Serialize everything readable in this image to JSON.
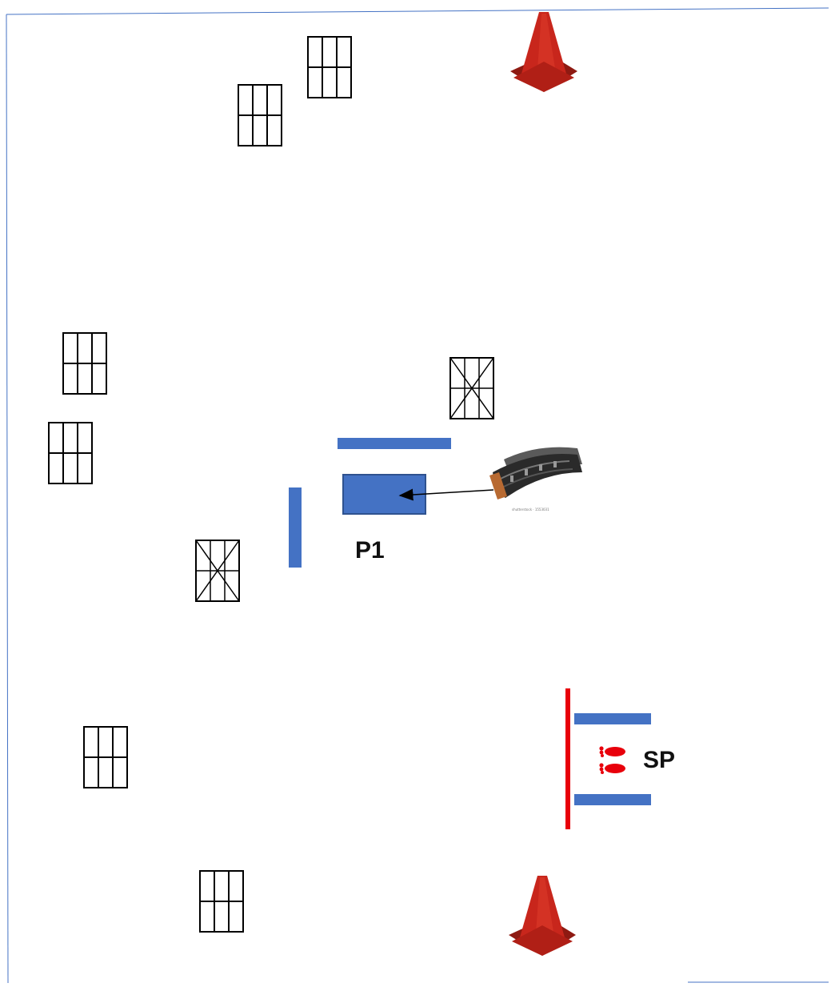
{
  "labels": {
    "position_1": "P1",
    "start_position": "SP",
    "magazine_caption": "shutterstock · 1553031"
  },
  "colors": {
    "barrier": "#4472c4",
    "fault_line": "#e8000b",
    "cone": "#c8261c",
    "target_outline": "#000000",
    "frame_border": "#4472c4"
  },
  "icons": {
    "target": "paper-target-icon",
    "no_shoot": "no-shoot-target-icon",
    "cone": "traffic-cone-icon",
    "magazine": "rifle-magazine-icon",
    "footprints": "footprints-icon"
  }
}
